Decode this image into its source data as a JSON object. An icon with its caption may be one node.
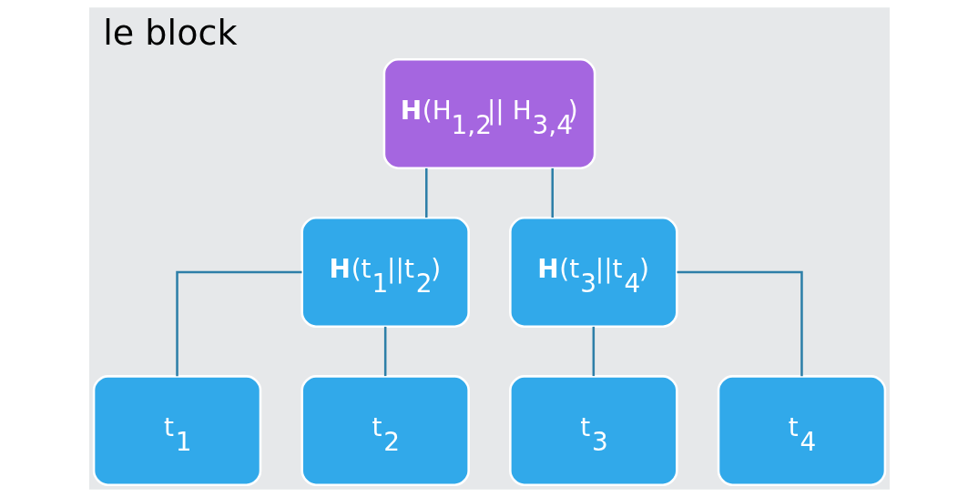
{
  "diagram": {
    "title": "le block",
    "nodes": [
      {
        "text": [
          "**H**(H$_{1,2}$|| H$_{3,4}$)"
        ]
      },
      {
        "text": [
          "**H**(t$_{1}$||t$_{2}$)"
        ]
      },
      {
        "text": [
          "**H**(t$_{3}$||t$_{4}$)"
        ]
      },
      {
        "text": [
          "t$_{1}$"
        ]
      },
      {
        "text": [
          "t$_{2}$"
        ]
      },
      {
        "text": [
          "t$_{3}$"
        ]
      },
      {
        "text": [
          "t$_{4}$"
        ]
      }
    ],
    "edges": [
      {
        "from": 0,
        "to": 1,
        "arrow": "none"
      },
      {
        "from": 0,
        "to": 2,
        "arrow": "none"
      },
      {
        "from": 1,
        "to": 3,
        "arrow": "none"
      },
      {
        "from": 1,
        "to": 4,
        "arrow": "none"
      },
      {
        "from": 2,
        "to": 5,
        "arrow": "none"
      },
      {
        "from": 2,
        "to": 6,
        "arrow": "none"
      }
    ]
  }
}
